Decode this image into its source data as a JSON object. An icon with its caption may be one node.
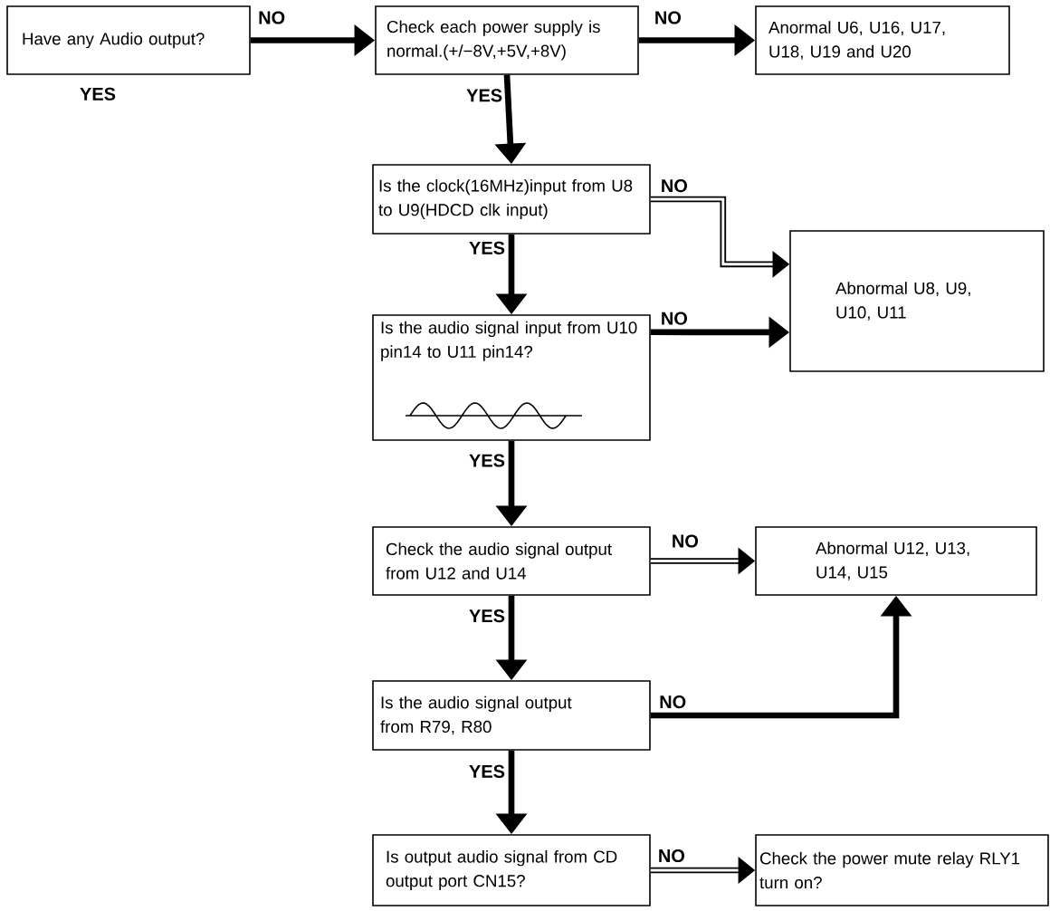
{
  "diagram": {
    "nodes": [
      {
        "text": [
          "Have any Audio output?"
        ],
        "beside": [
          "YES"
        ]
      },
      {
        "text": [
          "Check each power supply is normal.(+/−8V,+5V,+8V)"
        ]
      },
      {
        "text": [
          "Anormal U6, U16, U17, U18, U19 and U20"
        ]
      },
      {
        "text": [
          "Is the clock(16MHz)input from U8 to U9(HDCD clk input)"
        ]
      },
      {
        "text": [
          "Abnormal U8, U9, U10, U11"
        ]
      },
      {
        "text": [
          "Is the audio signal input from U10 pin14 to U11 pin14?"
        ]
      },
      {
        "text": [
          "Check the audio signal output from U12 and U14"
        ]
      },
      {
        "text": [
          "Abnormal U12, U13, U14, U15"
        ]
      },
      {
        "text": [
          "Is the audio signal output from R79, R80"
        ]
      },
      {
        "text": [
          "Is output audio signal from CD output port CN15?"
        ]
      },
      {
        "text": [
          "Check the power mute relay RLY1 turn on?"
        ]
      }
    ],
    "edges": [
      {
        "from": 0,
        "to": 1,
        "arrow": "to",
        "label": "NO"
      },
      {
        "from": 1,
        "to": 2,
        "arrow": "to",
        "label": "NO"
      },
      {
        "from": 1,
        "to": 3,
        "arrow": "to",
        "label": "YES"
      },
      {
        "from": 3,
        "to": 4,
        "arrow": "to",
        "label": "NO"
      },
      {
        "from": 3,
        "to": 5,
        "arrow": "to",
        "label": "YES"
      },
      {
        "from": 5,
        "to": 4,
        "arrow": "to",
        "label": "NO"
      },
      {
        "from": 5,
        "to": 6,
        "arrow": "to",
        "label": "YES"
      },
      {
        "from": 6,
        "to": 7,
        "arrow": "to",
        "label": "NO"
      },
      {
        "from": 6,
        "to": 8,
        "arrow": "to",
        "label": "YES"
      },
      {
        "from": 8,
        "to": 7,
        "arrow": "to",
        "label": "NO"
      },
      {
        "from": 8,
        "to": 9,
        "arrow": "to",
        "label": "YES"
      },
      {
        "from": 9,
        "to": 10,
        "arrow": "to",
        "label": "NO"
      }
    ]
  }
}
